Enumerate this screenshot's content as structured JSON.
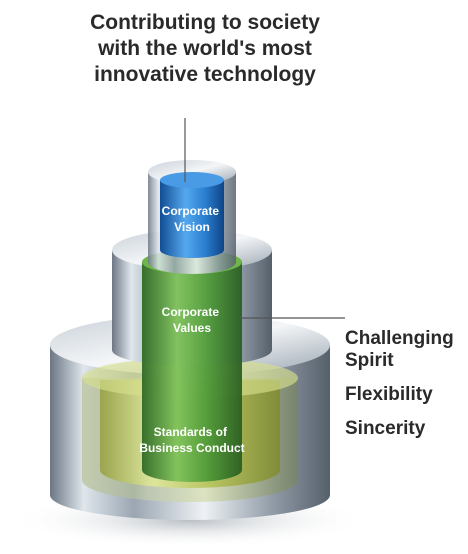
{
  "headline": {
    "lines": [
      "Contributing to society",
      "with the world's most",
      "innovative technology"
    ]
  },
  "tiers": {
    "vision": [
      "Corporate",
      "Vision"
    ],
    "values": [
      "Corporate",
      "Values"
    ],
    "standards": [
      "Standards of",
      "Business Conduct"
    ]
  },
  "values_list": {
    "item1_line1": "Challenging",
    "item1_line2": "Spirit",
    "item2": "Flexibility",
    "item3": "Sincerity"
  },
  "colors": {
    "vision": "#2a7fd0",
    "values": "#5a9a3a",
    "standards": "#c8d26a",
    "metal": "#b8c2cc"
  }
}
